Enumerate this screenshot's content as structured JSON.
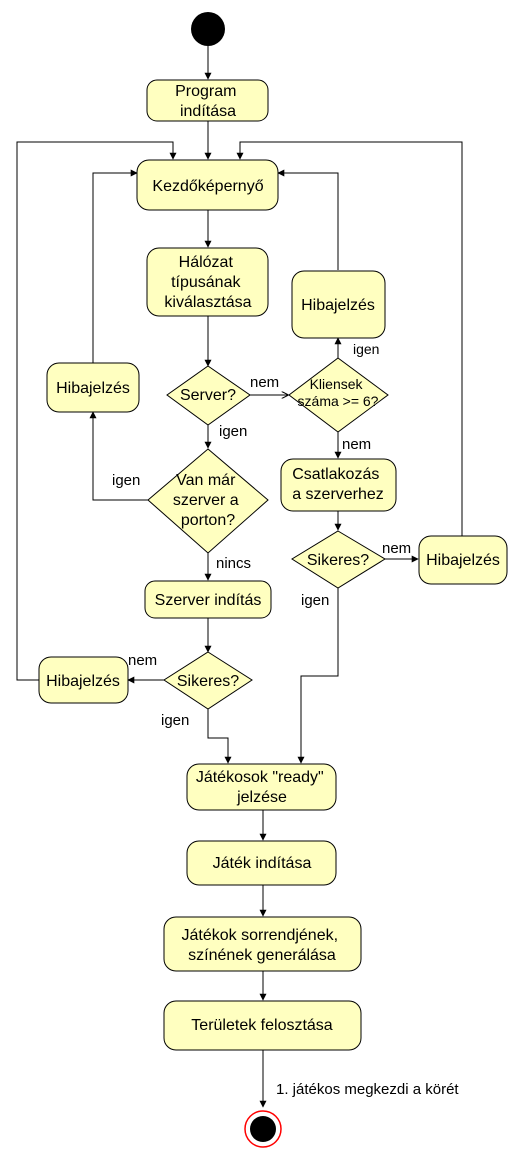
{
  "colors": {
    "node_fill": "#ffffc0",
    "stroke": "#000000",
    "final_ring": "#ff0000"
  },
  "nodes": {
    "program_start": [
      "Program",
      "indítása"
    ],
    "home_screen": [
      "Kezdőképernyő"
    ],
    "network_type": [
      "Hálózat",
      "típusának",
      "kiválasztása"
    ],
    "server_decision": [
      "Server?"
    ],
    "client_count_decision": [
      "Kliensek",
      "száma >= 6?"
    ],
    "error_top_right": [
      "Hibajelzés"
    ],
    "error_left": [
      "Hibajelzés"
    ],
    "server_exists_decision": [
      "Van már",
      "szerver a",
      "porton?"
    ],
    "connect_server": [
      "Csatlakozás",
      "a szerverhez"
    ],
    "connect_success_decision": [
      "Sikeres?"
    ],
    "error_right": [
      "Hibajelzés"
    ],
    "start_server": [
      "Szerver indítás"
    ],
    "server_success_decision": [
      "Sikeres?"
    ],
    "error_bottom_left": [
      "Hibajelzés"
    ],
    "players_ready": [
      "Játékosok \"ready\"",
      "jelzése"
    ],
    "game_start": [
      "Játék indítása"
    ],
    "generate_order": [
      "Játékok sorrendjének,",
      "színének generálása"
    ],
    "split_territories": [
      "Területek felosztása"
    ]
  },
  "edge_labels": {
    "server_no": "nem",
    "server_yes": "igen",
    "client_yes": "igen",
    "client_no": "nem",
    "exists_yes": "igen",
    "exists_no": "nincs",
    "connect_no": "nem",
    "connect_yes": "igen",
    "start_no": "nem",
    "start_yes": "igen",
    "first_turn": "1. játékos megkezdi a körét"
  }
}
